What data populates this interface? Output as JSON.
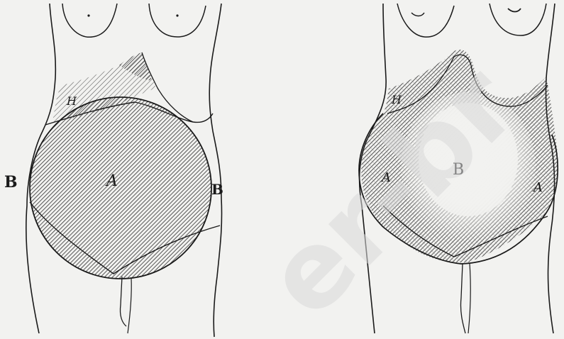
{
  "figures": [
    {
      "id": "left",
      "labels": {
        "top_region": "H",
        "center": "A",
        "left_side": "B",
        "right_side": "B"
      }
    },
    {
      "id": "right",
      "labels": {
        "top_region": "H",
        "center": "B",
        "left_side": "A",
        "right_side": "A"
      }
    }
  ],
  "watermark": "er-br",
  "colors": {
    "background": "#f2f2f0",
    "ink": "#1a1a1a",
    "hatch": "#3a3a3a",
    "watermark": "#d9d9d9"
  }
}
